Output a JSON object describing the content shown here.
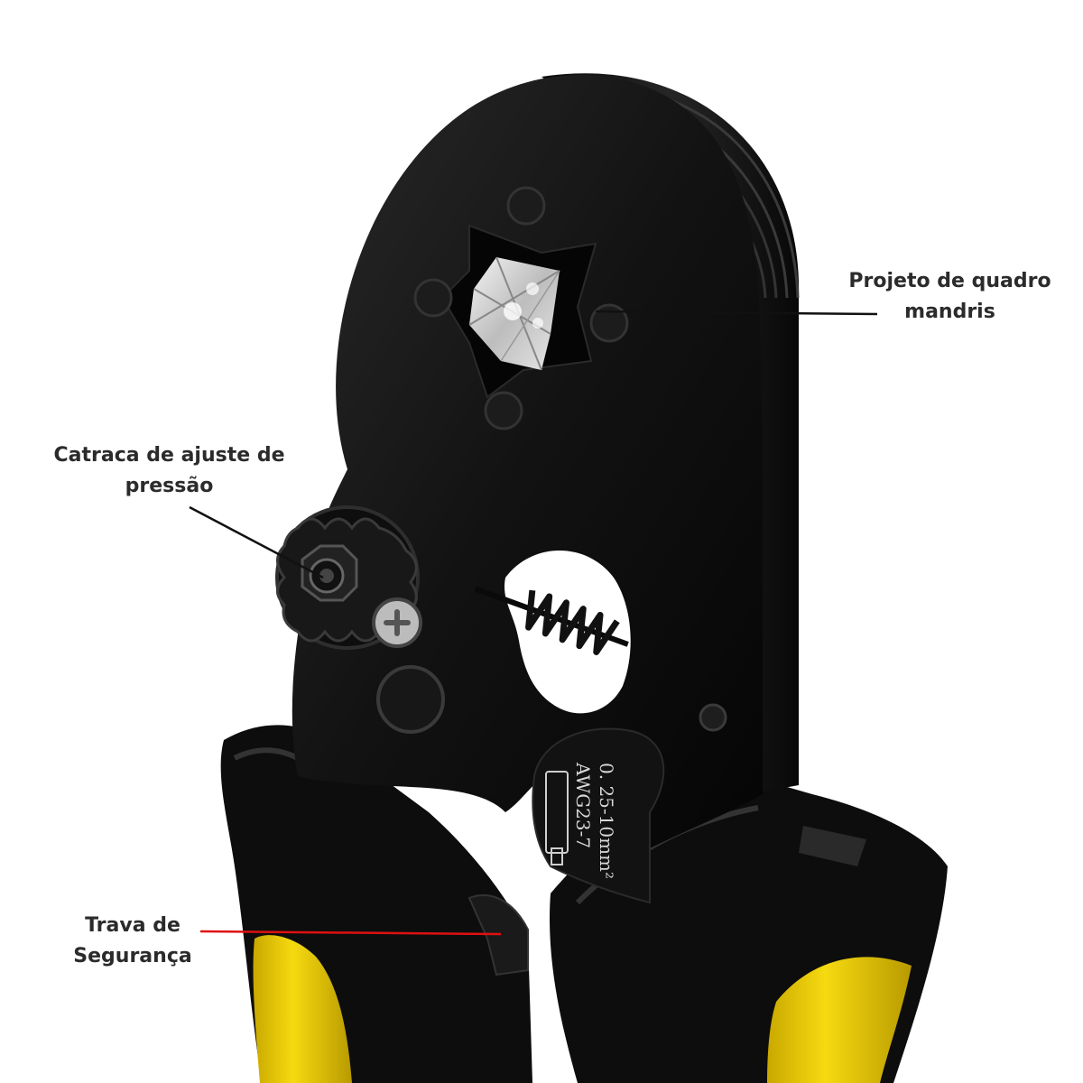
{
  "product": {
    "die_marking": {
      "line1": "0. 25-10mm²",
      "line2": "AWG23-7"
    }
  },
  "callouts": {
    "die_frame": {
      "line1": "Projeto de quadro",
      "line2": "mandris"
    },
    "ratchet": {
      "line1": "Catraca de ajuste de",
      "line2": "pressão"
    },
    "safety_lock": {
      "line1": "Trava de",
      "line2": "Segurança"
    }
  },
  "colors": {
    "tool_body": "#141414",
    "handle_grip": "#0d0d0d",
    "handle_accent": "#f2d10a",
    "leader_line": "#111111",
    "safety_leader_line": "#e01010",
    "label_text": "#2b2b2b"
  }
}
